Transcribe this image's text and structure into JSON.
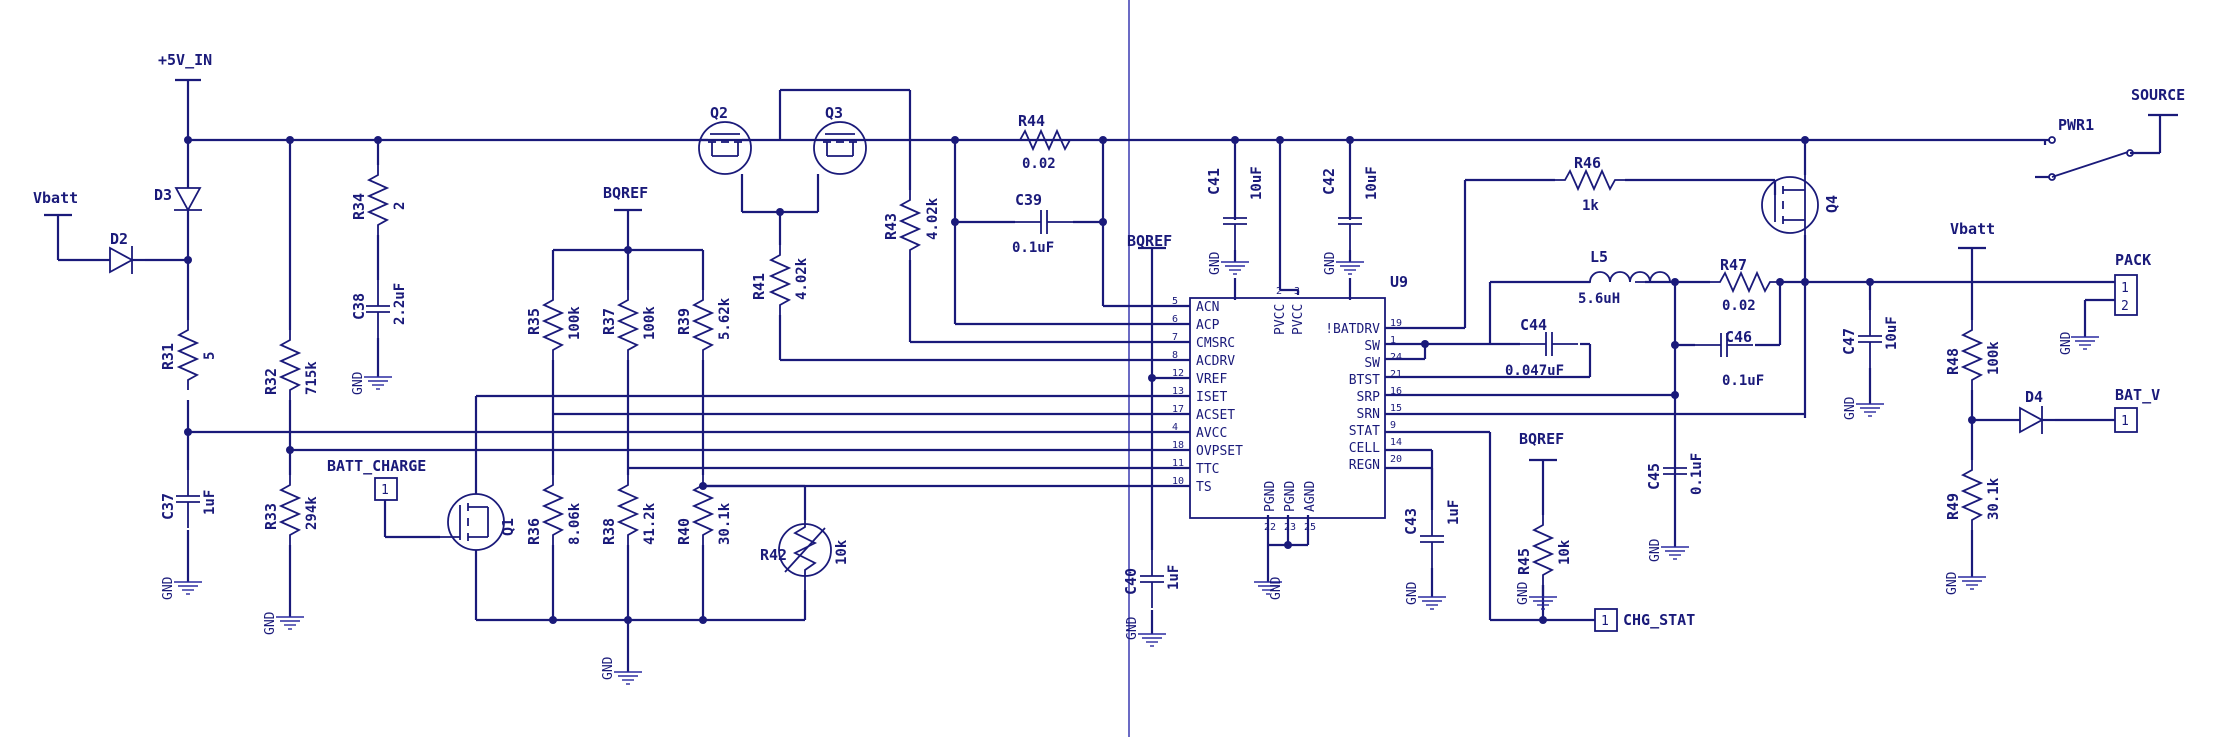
{
  "nets": {
    "v5in": "+5V_IN",
    "vbatt1": "Vbatt",
    "vbatt2": "Vbatt",
    "bqref1": "BQREF",
    "bqref2": "BQREF",
    "bqref3": "BQREF",
    "source": "SOURCE",
    "pack": "PACK",
    "batv": "BAT_V",
    "battcharge": "BATT_CHARGE",
    "chgstat": "CHG_STAT",
    "gnd": "GND"
  },
  "components": {
    "D2": "D2",
    "D3": "D3",
    "D4": "D4",
    "R31": {
      "ref": "R31",
      "val": "5"
    },
    "R32": {
      "ref": "R32",
      "val": "715k"
    },
    "R33": {
      "ref": "R33",
      "val": "294k"
    },
    "R34": {
      "ref": "R34",
      "val": "2"
    },
    "R35": {
      "ref": "R35",
      "val": "100k"
    },
    "R36": {
      "ref": "R36",
      "val": "8.06k"
    },
    "R37": {
      "ref": "R37",
      "val": "100k"
    },
    "R38": {
      "ref": "R38",
      "val": "41.2k"
    },
    "R39": {
      "ref": "R39",
      "val": "5.62k"
    },
    "R40": {
      "ref": "R40",
      "val": "30.1k"
    },
    "R41": {
      "ref": "R41",
      "val": "4.02k"
    },
    "R42": {
      "ref": "R42",
      "val": "10k"
    },
    "R43": {
      "ref": "R43",
      "val": "4.02k"
    },
    "R44": {
      "ref": "R44",
      "val": "0.02"
    },
    "R45": {
      "ref": "R45",
      "val": "10k"
    },
    "R46": {
      "ref": "R46",
      "val": "1k"
    },
    "R47": {
      "ref": "R47",
      "val": "0.02"
    },
    "R48": {
      "ref": "R48",
      "val": "100k"
    },
    "R49": {
      "ref": "R49",
      "val": "30.1k"
    },
    "C37": {
      "ref": "C37",
      "val": "1uF"
    },
    "C38": {
      "ref": "C38",
      "val": "2.2uF"
    },
    "C39": {
      "ref": "C39",
      "val": "0.1uF"
    },
    "C40": {
      "ref": "C40",
      "val": "1uF"
    },
    "C41": {
      "ref": "C41",
      "val": "10uF"
    },
    "C42": {
      "ref": "C42",
      "val": "10uF"
    },
    "C43": {
      "ref": "C43",
      "val": "1uF"
    },
    "C44": {
      "ref": "C44",
      "val": "0.047uF"
    },
    "C45": {
      "ref": "C45",
      "val": "0.1uF"
    },
    "C46": {
      "ref": "C46",
      "val": "0.1uF"
    },
    "C47": {
      "ref": "C47",
      "val": "10uF"
    },
    "L5": {
      "ref": "L5",
      "val": "5.6uH"
    },
    "Q1": "Q1",
    "Q2": "Q2",
    "Q3": "Q3",
    "Q4": "Q4",
    "PWR1": "PWR1",
    "U9": "U9"
  },
  "u9": {
    "left_pins": [
      {
        "num": "5",
        "name": "ACN"
      },
      {
        "num": "6",
        "name": "ACP"
      },
      {
        "num": "7",
        "name": "CMSRC"
      },
      {
        "num": "8",
        "name": "ACDRV"
      },
      {
        "num": "12",
        "name": "VREF"
      },
      {
        "num": "13",
        "name": "ISET"
      },
      {
        "num": "17",
        "name": "ACSET"
      },
      {
        "num": "4",
        "name": "AVCC"
      },
      {
        "num": "18",
        "name": "OVPSET"
      },
      {
        "num": "11",
        "name": "TTC"
      },
      {
        "num": "10",
        "name": "TS"
      }
    ],
    "right_pins": [
      {
        "num": "19",
        "name": "!BATDRV"
      },
      {
        "num": "1",
        "name": "SW"
      },
      {
        "num": "24",
        "name": "SW"
      },
      {
        "num": "21",
        "name": "BTST"
      },
      {
        "num": "16",
        "name": "SRP"
      },
      {
        "num": "15",
        "name": "SRN"
      },
      {
        "num": "9",
        "name": "STAT"
      },
      {
        "num": "14",
        "name": "CELL"
      },
      {
        "num": "20",
        "name": "REGN"
      }
    ],
    "top_pins": [
      {
        "num": "2",
        "name": "PVCC"
      },
      {
        "num": "3",
        "name": "PVCC"
      }
    ],
    "bottom_pins": [
      {
        "num": "22",
        "name": "PGND"
      },
      {
        "num": "23",
        "name": "PGND"
      },
      {
        "num": "25",
        "name": "AGND"
      }
    ]
  },
  "connectors": {
    "battcharge_pin": "1",
    "chgstat_pin": "1",
    "batv_pin": "1",
    "pack_pin1": "1",
    "pack_pin2": "2"
  }
}
